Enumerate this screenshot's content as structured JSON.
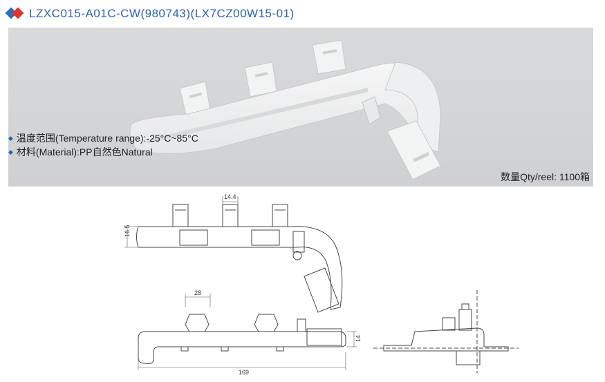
{
  "header": {
    "logo_icon": "blue-red-diamond-logo",
    "title": "LZXC015-A01C-CW(980743)(LX7CZ00W15-01)",
    "title_color": "#2a62b0"
  },
  "photo": {
    "specs": [
      "温度范围(Temperature range):-25°C~85°C",
      "材料(Material):PP自然色Natural"
    ],
    "qty": "数量Qty/reel:  1100箱"
  },
  "drawing": {
    "dims": {
      "d_14_4": "14.4",
      "d_16_5": "16.5",
      "d_28": "28",
      "d_14": "14",
      "d_169": "169"
    }
  }
}
